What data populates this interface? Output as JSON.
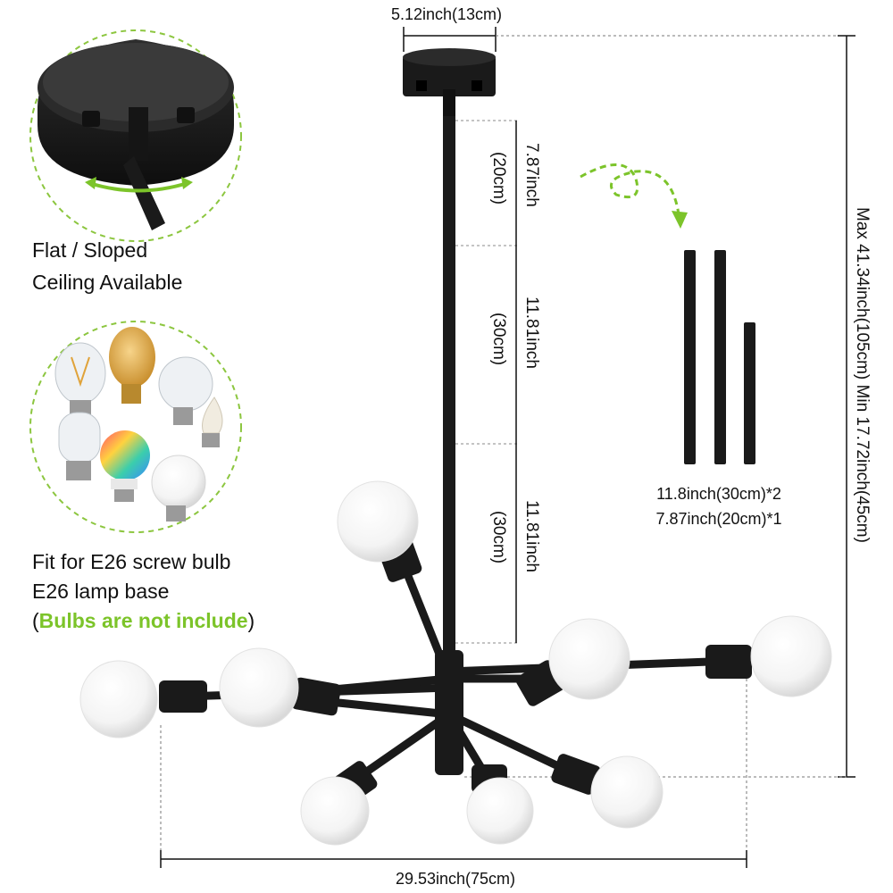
{
  "labels": {
    "ceiling_line1": "Flat / Sloped",
    "ceiling_line2": "Ceiling Available",
    "bulb_line1": "Fit for E26 screw bulb",
    "bulb_line2": "E26 lamp base",
    "bulb_note_open": "(",
    "bulb_note": "Bulbs are not include",
    "bulb_note_close": ")"
  },
  "dimensions": {
    "canopy_width": "5.12inch(13cm)",
    "rod1": "7.87inch",
    "rod1_cm": "(20cm)",
    "rod2": "11.81inch",
    "rod2_cm": "(30cm)",
    "rod3": "11.81inch",
    "rod3_cm": "(30cm)",
    "height": "Max 41.34inch(105cm)  Min 17.72inch(45cm)",
    "width": "29.53inch(75cm)",
    "rods_line1": "11.8inch(30cm)*2",
    "rods_line2": "7.87inch(20cm)*1"
  },
  "colors": {
    "accent_green": "#7cc42a",
    "fixture_black": "#1a1a1a"
  }
}
